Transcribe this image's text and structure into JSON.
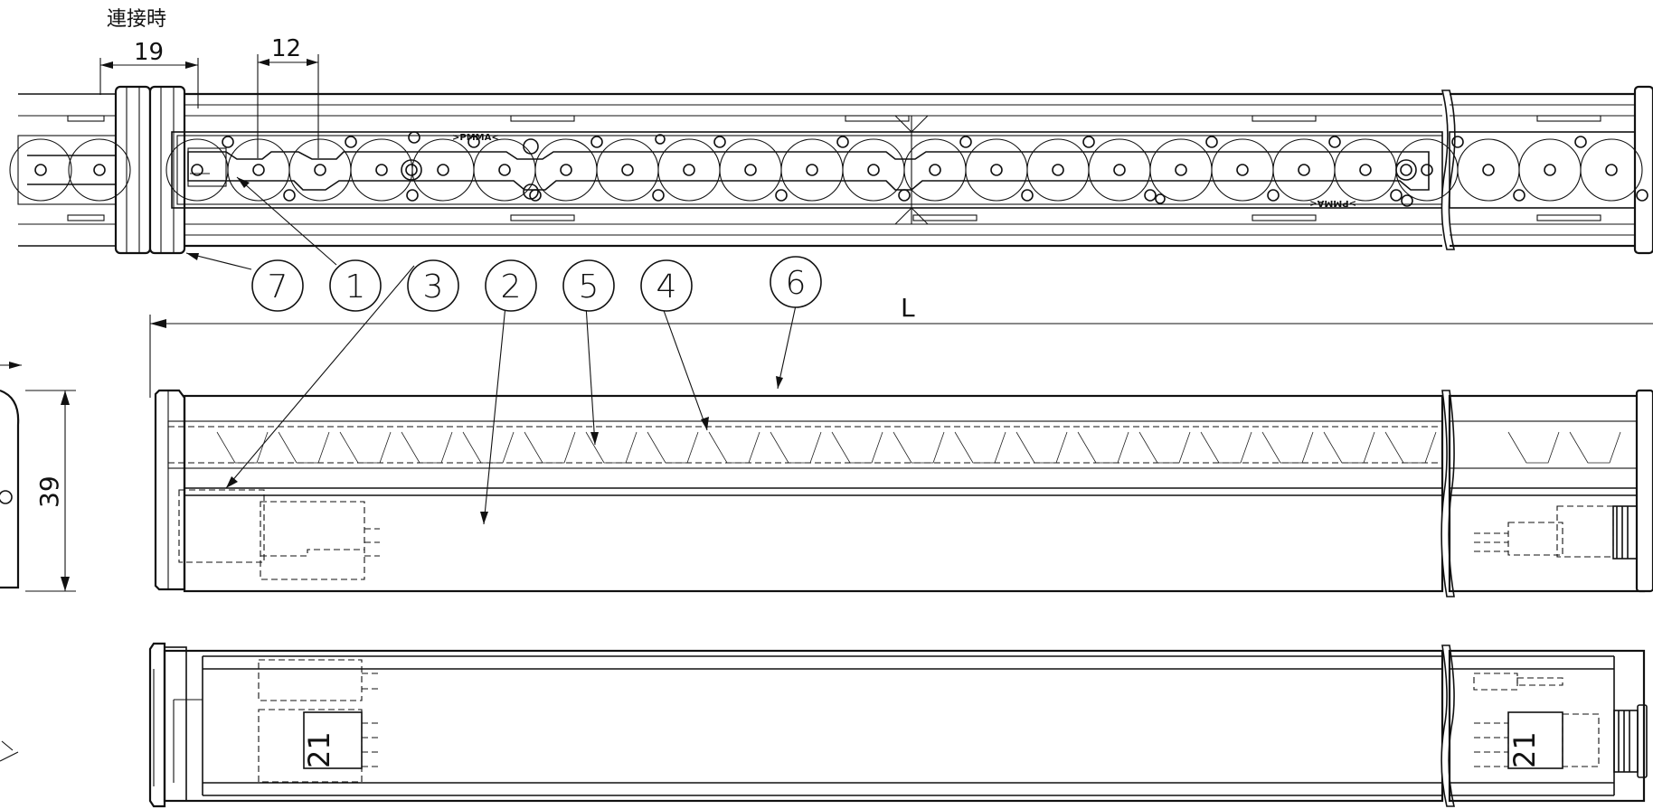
{
  "annotation_top": "連接時",
  "dimensions": {
    "pitch_connect": "19",
    "pitch_led": "12",
    "height": "39",
    "length": "L"
  },
  "material_marks": {
    "top": ">PMMA<",
    "bottom": ">PMMA<"
  },
  "views": {
    "front_connector_digits": "21",
    "rear_connector_digits": "21"
  },
  "callouts": [
    {
      "id": "c7",
      "label": "7"
    },
    {
      "id": "c1",
      "label": "1"
    },
    {
      "id": "c3",
      "label": "3"
    },
    {
      "id": "c2",
      "label": "2"
    },
    {
      "id": "c5",
      "label": "5"
    },
    {
      "id": "c4",
      "label": "4"
    },
    {
      "id": "c6",
      "label": "6"
    }
  ]
}
